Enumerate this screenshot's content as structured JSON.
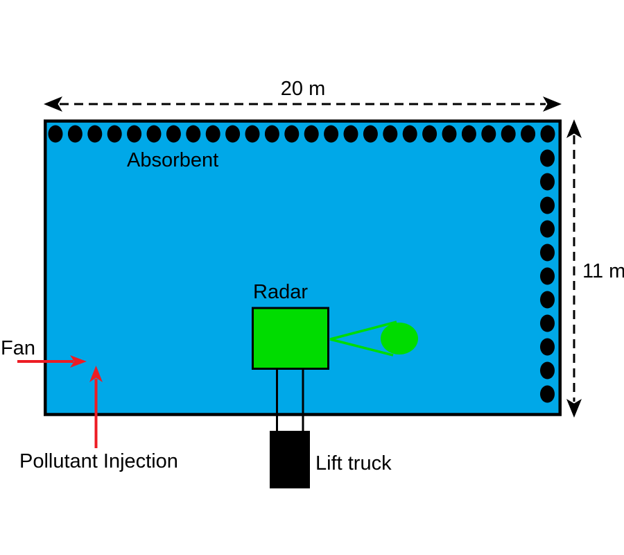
{
  "labels": {
    "width_dimension": "20 m",
    "height_dimension": "11 m",
    "absorbent": "Absorbent",
    "radar": "Radar",
    "lift_truck": "Lift truck",
    "fan": "Fan",
    "pollutant_injection": "Pollutant Injection"
  },
  "colors": {
    "room_fill": "#00A8E8",
    "device_green": "#00DC00",
    "arrow_red": "#ED1C24",
    "ink": "#000000",
    "background": "#FFFFFF"
  },
  "absorbent_dots": {
    "top_count": 26,
    "right_count": 11
  }
}
